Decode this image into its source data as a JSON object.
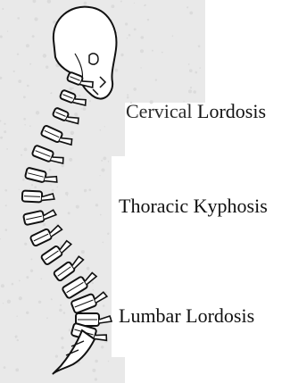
{
  "figure": {
    "labels": {
      "cervical": {
        "word1": "Cervical",
        "word2": "Lordosis"
      },
      "thoracic": {
        "word1": "Thoracic",
        "word2": "Kyphosis"
      },
      "lumbar": {
        "word1": "Lumbar",
        "word2": "Lordosis"
      }
    }
  },
  "colors": {
    "panel": "#e9e9e9",
    "panel_speckle": "#d4d4d4",
    "ink": "#111111",
    "page": "#ffffff"
  }
}
